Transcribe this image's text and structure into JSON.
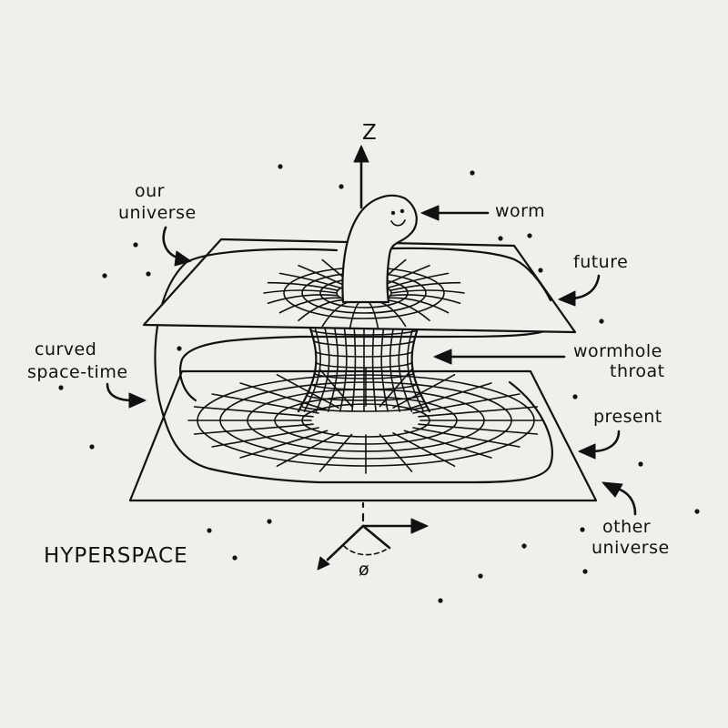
{
  "labels": {
    "z_axis": "Z",
    "our_universe_1": "our",
    "our_universe_2": "universe",
    "worm": "worm",
    "future": "future",
    "curved_1": "curved",
    "curved_2": "space-time",
    "wormhole_1": "wormhole",
    "wormhole_2": "throat",
    "present": "present",
    "other_1": "other",
    "other_2": "universe",
    "hyperspace": "HYPERSPACE",
    "angle": "ø"
  },
  "colors": {
    "background": "#f0efeb",
    "ink": "#111111"
  },
  "icons": {
    "worm": "worm-creature-icon",
    "axes": "coordinate-axes-icon"
  }
}
